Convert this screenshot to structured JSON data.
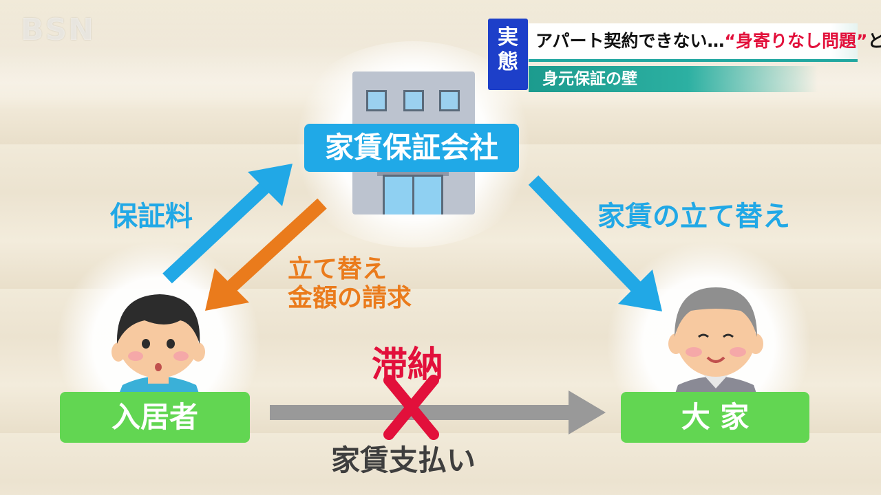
{
  "logo": "BSN",
  "header": {
    "tag_line1": "実",
    "tag_line2": "態",
    "headline_prefix": "アパート契約できない…",
    "headline_highlight": "“身寄りなし問題”",
    "headline_suffix": "とは",
    "subline": "身元保証の壁"
  },
  "diagram": {
    "company_label": "家賃保証会社",
    "tenant_label": "入居者",
    "landlord_label": "大 家",
    "guarantee_fee": "保証料",
    "rent_advance": "家賃の立て替え",
    "claim_line1": "立て替え",
    "claim_line2": "金額の請求",
    "delinquent": "滞納",
    "rent_payment": "家賃支払い"
  },
  "colors": {
    "blue": "#21a8e6",
    "orange": "#ea7b1c",
    "green": "#62d652",
    "red": "#e2103b",
    "gray_arrow": "#999999",
    "navy_tag": "#1d3fc9",
    "teal": "#21a7a0"
  }
}
